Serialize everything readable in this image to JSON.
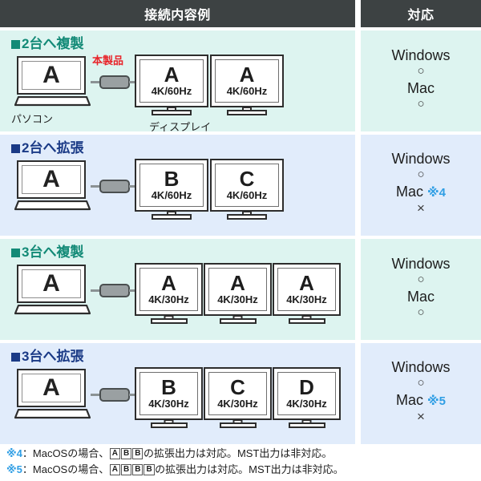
{
  "header": {
    "left_title": "接続内容例",
    "right_title": "対応"
  },
  "labels": {
    "pc": "パソコン",
    "display": "ディスプレイ",
    "product": "本製品"
  },
  "rows": [
    {
      "title": "■2台へ複製",
      "theme": "mint",
      "source": "A",
      "monitors": [
        {
          "letter": "A",
          "res": "4K/60Hz"
        },
        {
          "letter": "A",
          "res": "4K/60Hz"
        }
      ],
      "support": [
        {
          "os": "Windows",
          "note": "",
          "mark": "○"
        },
        {
          "os": "Mac",
          "note": "",
          "mark": "○"
        }
      ]
    },
    {
      "title": "■2台へ拡張",
      "theme": "blue",
      "source": "A",
      "monitors": [
        {
          "letter": "B",
          "res": "4K/60Hz"
        },
        {
          "letter": "C",
          "res": "4K/60Hz"
        }
      ],
      "support": [
        {
          "os": "Windows",
          "note": "",
          "mark": "○"
        },
        {
          "os": "Mac",
          "note": "※4",
          "mark": "×"
        }
      ]
    },
    {
      "title": "■3台へ複製",
      "theme": "mint",
      "source": "A",
      "monitors": [
        {
          "letter": "A",
          "res": "4K/30Hz"
        },
        {
          "letter": "A",
          "res": "4K/30Hz"
        },
        {
          "letter": "A",
          "res": "4K/30Hz"
        }
      ],
      "support": [
        {
          "os": "Windows",
          "note": "",
          "mark": "○"
        },
        {
          "os": "Mac",
          "note": "",
          "mark": "○"
        }
      ]
    },
    {
      "title": "■3台へ拡張",
      "theme": "blue",
      "source": "A",
      "monitors": [
        {
          "letter": "B",
          "res": "4K/30Hz"
        },
        {
          "letter": "C",
          "res": "4K/30Hz"
        },
        {
          "letter": "D",
          "res": "4K/30Hz"
        }
      ],
      "support": [
        {
          "os": "Windows",
          "note": "",
          "mark": "○"
        },
        {
          "os": "Mac",
          "note": "※5",
          "mark": "×"
        }
      ]
    }
  ],
  "footnotes": [
    {
      "mark": "※4",
      "sep": "：",
      "pre": "MacOSの場合、",
      "boxes": [
        "A",
        "B",
        "B"
      ],
      "post": "の拡張出力は対応。MST出力は非対応。"
    },
    {
      "mark": "※5",
      "sep": "：",
      "pre": "MacOSの場合、",
      "boxes": [
        "A",
        "B",
        "B",
        "B"
      ],
      "post": "の拡張出力は対応。MST出力は非対応。"
    }
  ],
  "colors": {
    "header_bg": "#3d4243",
    "mint_bg": "#ddf4f0",
    "blue_bg": "#e1ecfb",
    "mint_title": "#138a77",
    "blue_title": "#1a3a86",
    "accent_red": "#e8242a",
    "note_blue": "#2f9ee4"
  }
}
